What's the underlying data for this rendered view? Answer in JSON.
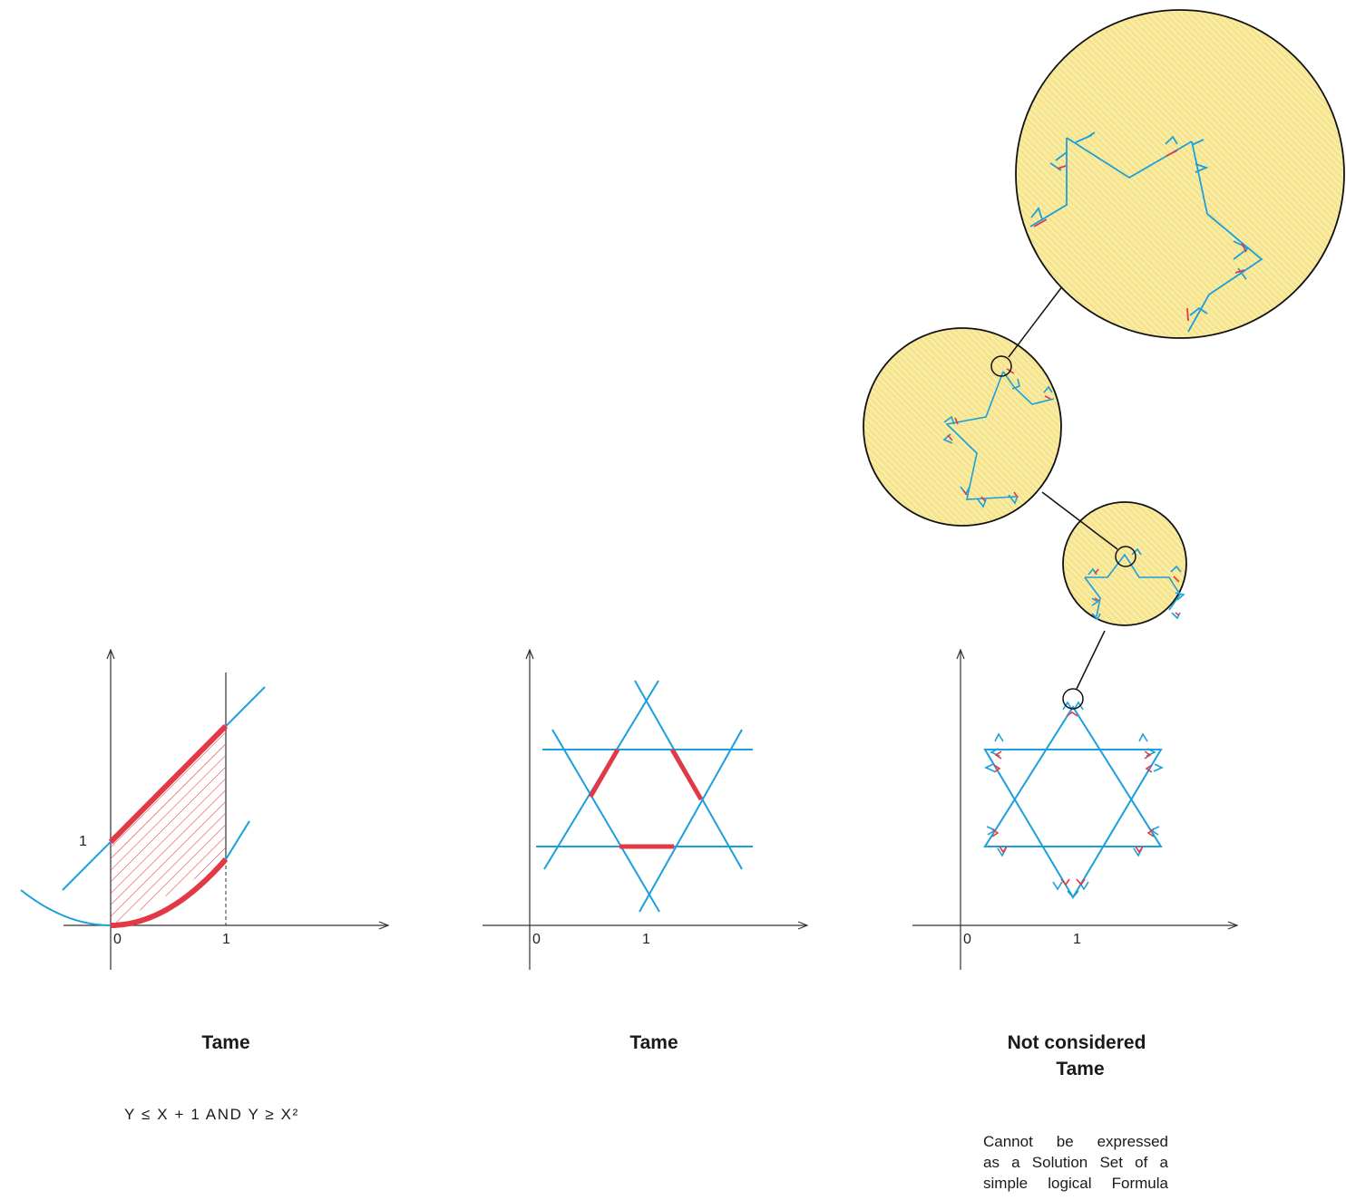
{
  "colors": {
    "axis": "#333333",
    "curve": "#1aa0dc",
    "highlight": "#e33946",
    "zoom_fill": "#f6e58c",
    "zoom_hatch": "#ffffff",
    "background": "#ffffff"
  },
  "panels": [
    {
      "caption": "Tame",
      "formula": "Y ≤ X + 1 AND Y ≥ X²",
      "ticks": {
        "x_origin": "0",
        "x_one": "1",
        "y_one": "1"
      }
    },
    {
      "caption": "Tame",
      "ticks": {
        "x_origin": "0",
        "x_one": "1"
      }
    },
    {
      "caption_lines": [
        "Not considered",
        "Tame"
      ],
      "description_lines": [
        "Cannot be expressed",
        "as a Solution Set of a",
        "simple logical Formula"
      ],
      "ticks": {
        "x_origin": "0",
        "x_one": "1"
      }
    }
  ]
}
